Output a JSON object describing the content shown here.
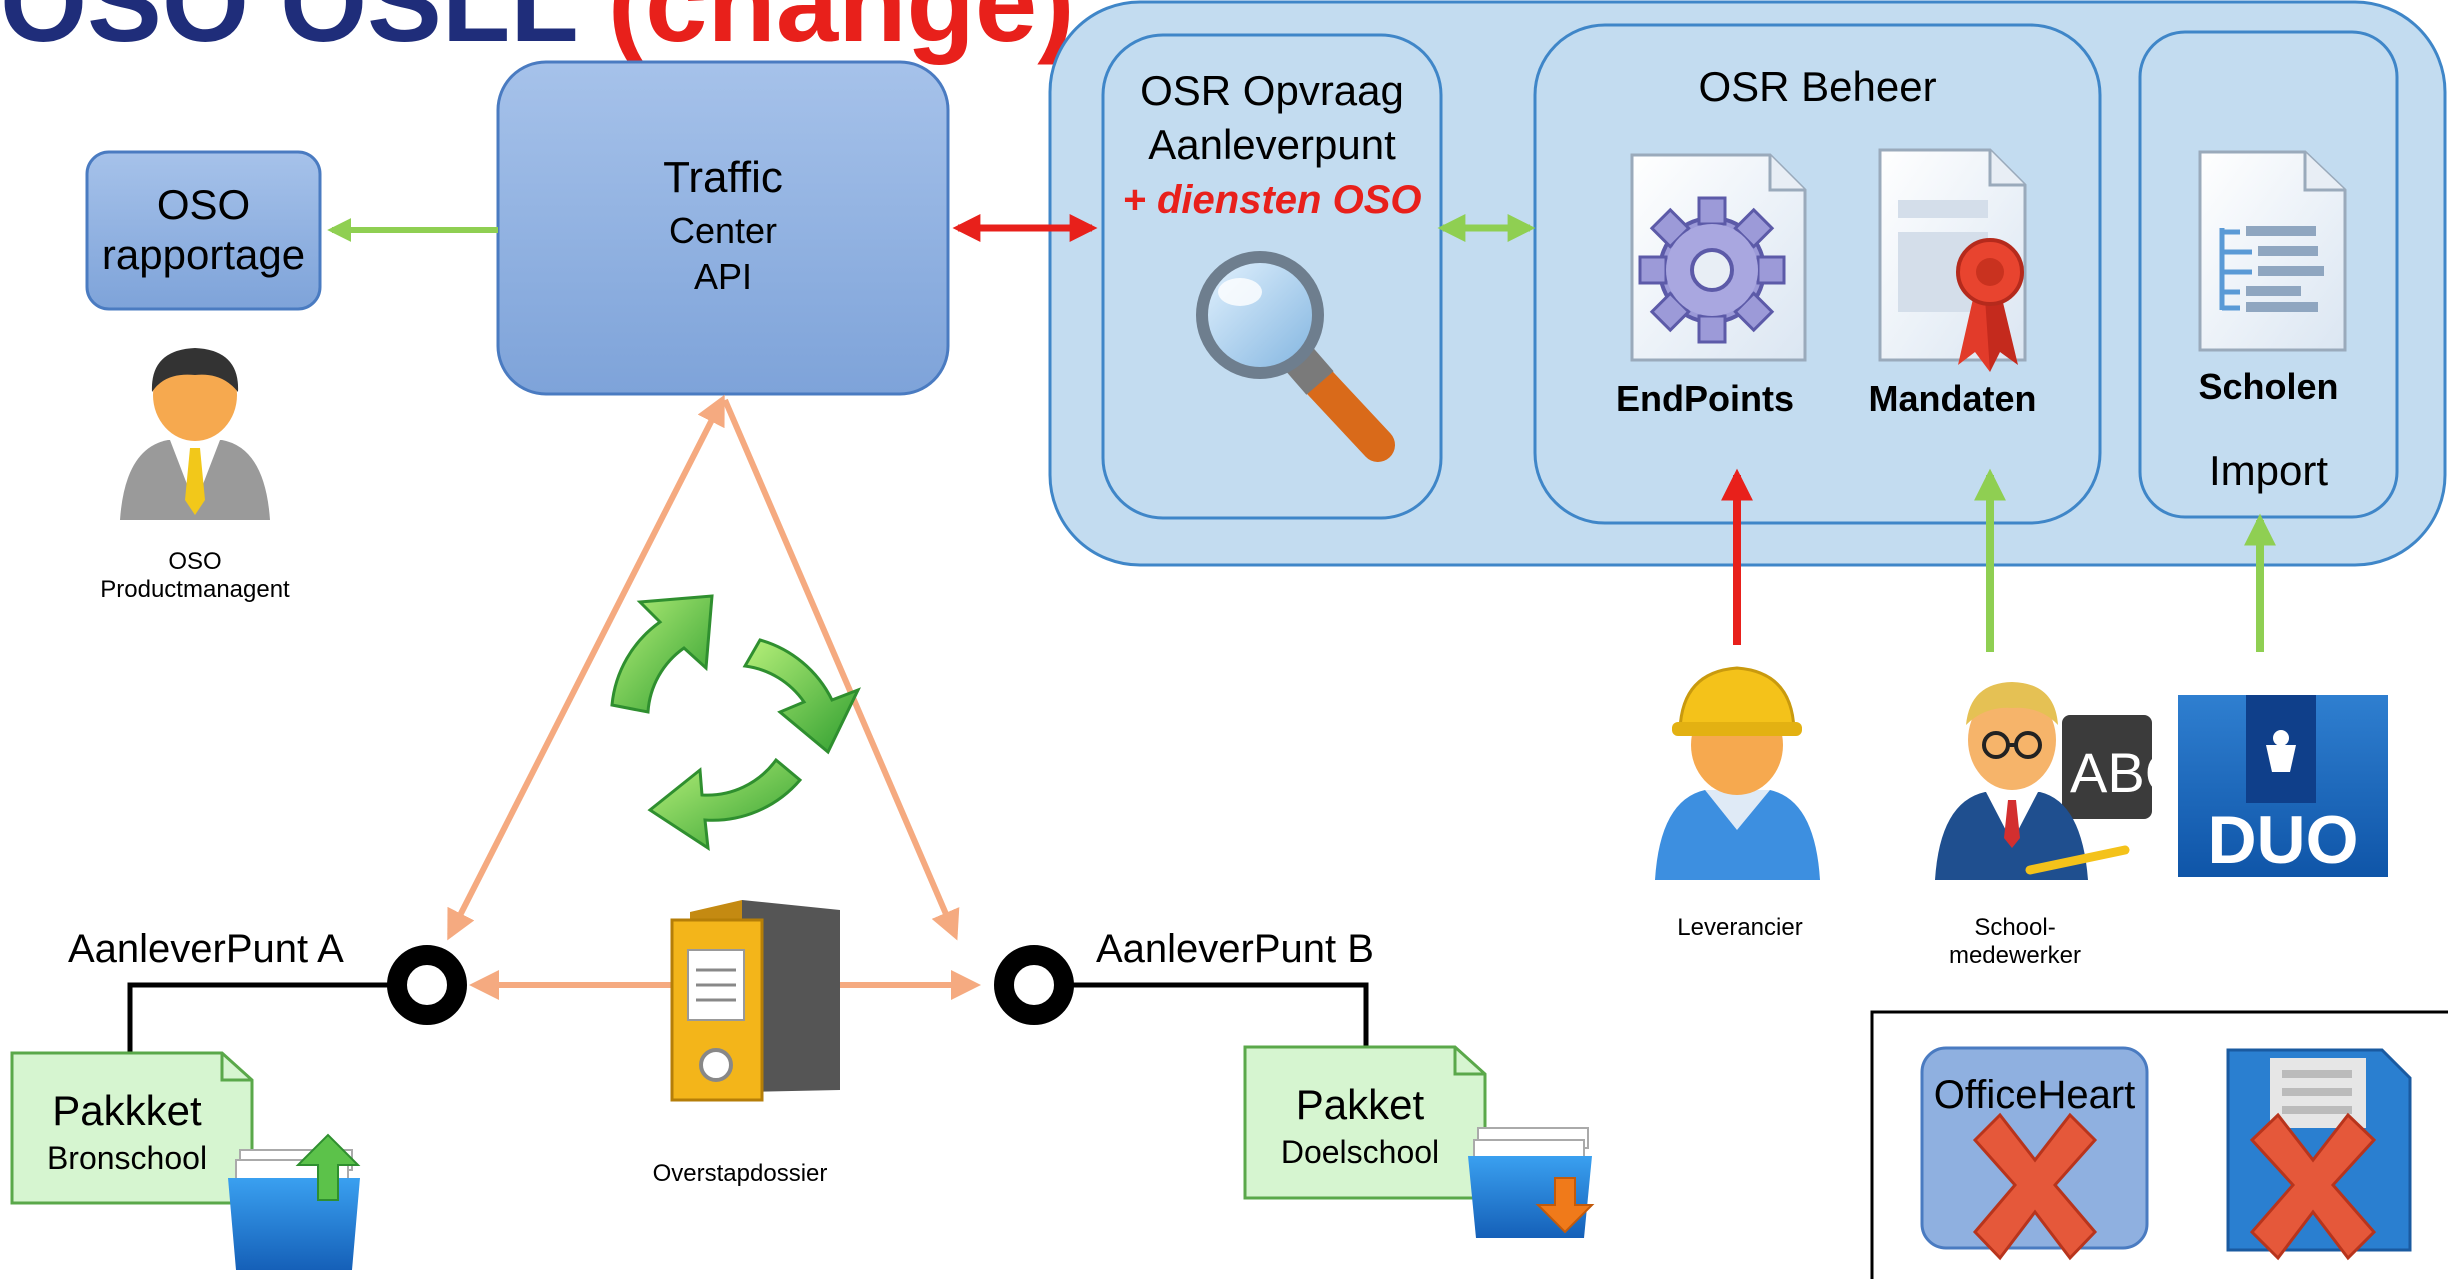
{
  "title": {
    "main": "OSO OSLL",
    "suffix": "(change)"
  },
  "oso_rapportage": "OSO rapportage",
  "oso_rapportage_lines": [
    "OSO",
    "rapportage"
  ],
  "traffic_center": {
    "line1": "Traffic",
    "line2": "Center",
    "line3": "API"
  },
  "osr_opvraag": {
    "line1": "OSR Opvraag",
    "line2": "Aanleverpunt",
    "line3": "+ diensten OSO"
  },
  "osr_beheer": {
    "title": "OSR Beheer",
    "endpoints": "EndPoints",
    "mandaten": "Mandaten"
  },
  "scholen": {
    "title": "Scholen",
    "subtitle": "Import"
  },
  "actors": {
    "productmanager_1": "OSO",
    "productmanager_2": "Productmanagent",
    "leverancier": "Leverancier",
    "schoolmedewerker_1": "School-",
    "schoolmedewerker_2": "medewerker",
    "duo": "DUO"
  },
  "aanleverpunt_a": "AanleverPunt A",
  "aanleverpunt_b": "AanleverPunt B",
  "pakket_bron": {
    "line1": "Pakkket",
    "line2": "Bronschool"
  },
  "pakket_doel": {
    "line1": "Pakket",
    "line2": "Doelschool"
  },
  "overstapdossier": "Overstapdossier",
  "legacy": {
    "officeheart": "OfficeHeart"
  },
  "colors": {
    "box_blue": "#8fb0e0",
    "panel_blue": "#c3dcf0",
    "green_arrow": "#8fcf52",
    "red_arrow": "#e8201b",
    "salmon": "#f5aa80",
    "pakket_green": "#d6f5d0",
    "title_navy": "#1f2d7a"
  },
  "icons": [
    "magnifier-icon",
    "gear-document-icon",
    "certificate-document-icon",
    "list-document-icon",
    "manager-person-icon",
    "builder-person-icon",
    "teacher-person-icon",
    "duo-logo-icon",
    "recycle-icon",
    "binder-icon",
    "upload-box-icon",
    "download-box-icon",
    "floppy-disk-icon",
    "red-cross-icon"
  ]
}
